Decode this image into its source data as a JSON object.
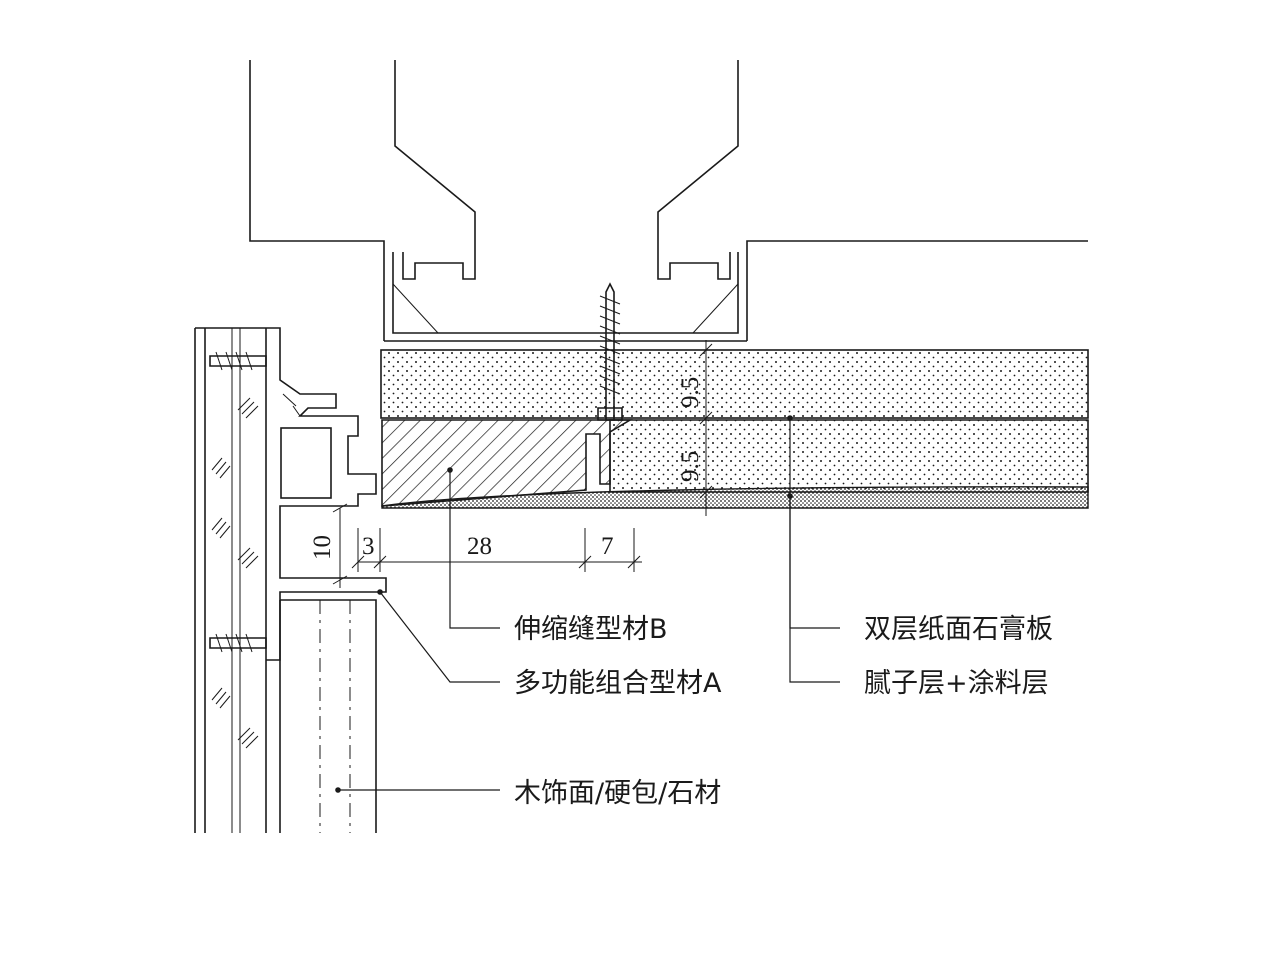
{
  "labels": {
    "expansion_joint_profile_b": "伸缩缝型材B",
    "multifunction_profile_a": "多功能组合型材A",
    "double_gypsum_board": "双层纸面石膏板",
    "putty_paint_layer": "腻子层+涂料层",
    "wood_finish": "木饰面/硬包/石材"
  },
  "dimensions": {
    "gap_10": "10",
    "gap_3": "3",
    "width_28": "28",
    "width_7": "7",
    "board_upper": "9.5",
    "board_lower": "9.5"
  },
  "colors": {
    "line": "#1a1a1a",
    "background": "#ffffff"
  }
}
